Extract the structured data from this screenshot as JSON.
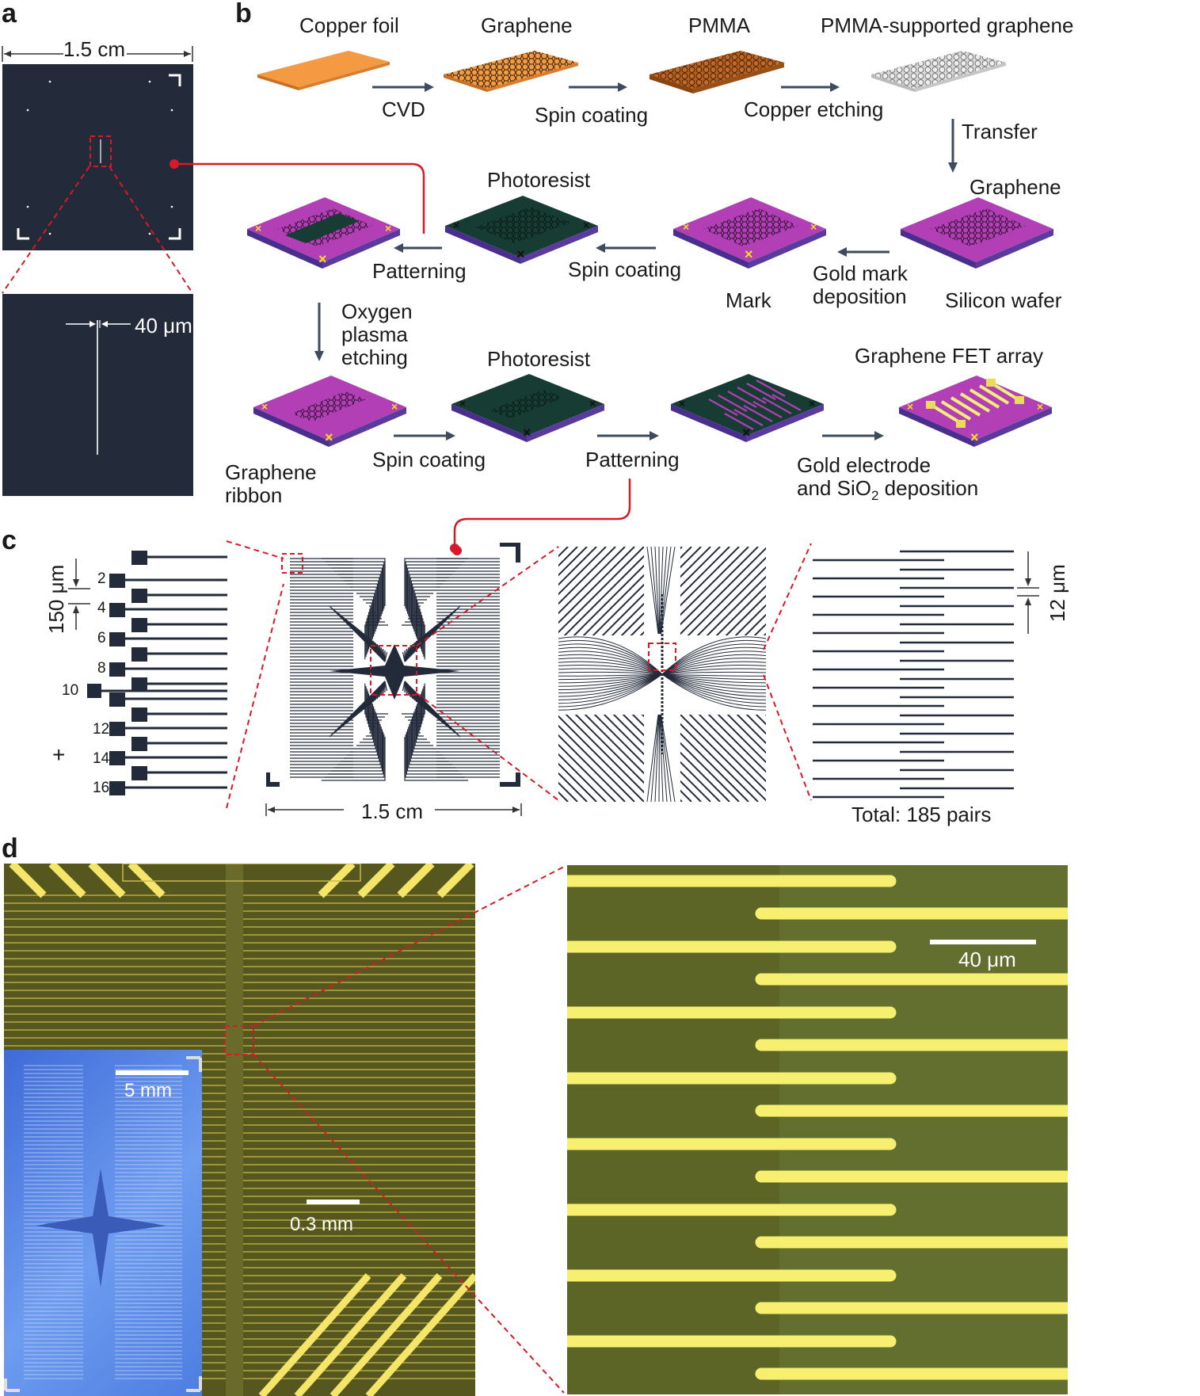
{
  "figure": {
    "panel_labels": {
      "a": "a",
      "b": "b",
      "c": "c",
      "d": "d"
    },
    "panel_a": {
      "width_label": "1.5 cm",
      "gap_label": "40 μm"
    },
    "panel_b": {
      "row1_labels": [
        "Copper foil",
        "Graphene",
        "PMMA",
        "PMMA-supported graphene"
      ],
      "row1_steps": [
        "CVD",
        "Spin coating",
        "Copper etching"
      ],
      "transfer_step": "Transfer",
      "row2_labels": {
        "graphene": "Graphene",
        "silicon_wafer": "Silicon wafer",
        "mark": "Mark",
        "photoresist": "Photoresist"
      },
      "row2_steps": {
        "gold_mark_1": "Gold mark",
        "gold_mark_2": "deposition",
        "spin_coating": "Spin coating",
        "patterning": "Patterning"
      },
      "oxygen_step": [
        "Oxygen",
        "plasma",
        "etching"
      ],
      "row3_labels": {
        "graphene_ribbon_1": "Graphene",
        "graphene_ribbon_2": "ribbon",
        "photoresist": "Photoresist",
        "fet_array": "Graphene FET array"
      },
      "row3_steps": {
        "spin_coating": "Spin coating",
        "patterning": "Patterning",
        "gold_electrode_1": "Gold electrode",
        "gold_electrode_2_pre": "and SiO",
        "gold_electrode_2_sub": "2",
        "gold_electrode_2_post": " deposition"
      }
    },
    "panel_c": {
      "pitch_label": "150 μm",
      "pad_numbers": [
        "2",
        "4",
        "6",
        "8",
        "10",
        "12",
        "14",
        "16"
      ],
      "plus_mark": "+",
      "width_label": "1.5 cm",
      "gap_label": "12 μm",
      "total_label": "Total: 185 pairs"
    },
    "panel_d": {
      "scale_main": "0.3 mm",
      "scale_inset": "5 mm",
      "scale_zoom": "40 μm"
    },
    "colors": {
      "navy": "#232a3a",
      "red_accent": "#d7192a",
      "copper": "#f0913a",
      "purple_wafer": "#a12fa8",
      "photoresist_green": "#173c33",
      "gold": "#f4ef7a",
      "olive_bg": "#5d6526",
      "arrow": "#3e4a5e"
    }
  }
}
